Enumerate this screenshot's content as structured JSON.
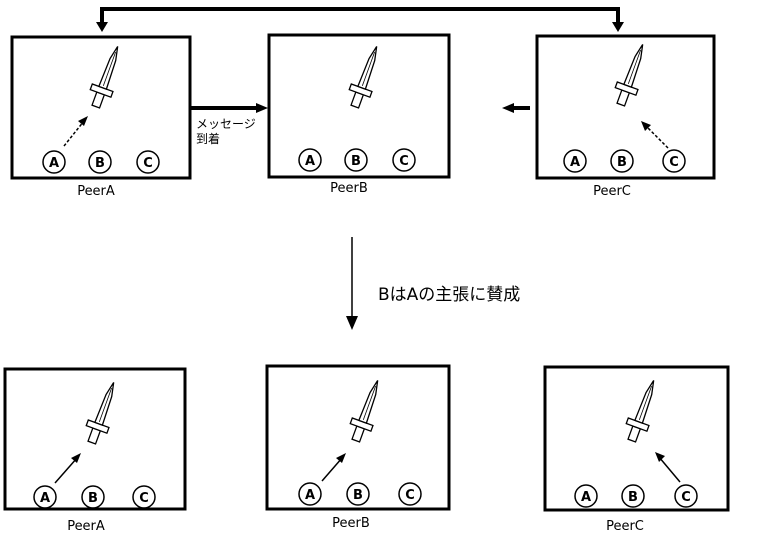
{
  "top_row": {
    "peers": [
      {
        "label": "PeerA",
        "circles": [
          "A",
          "B",
          "C"
        ],
        "arrow_from": "A"
      },
      {
        "label": "PeerB",
        "circles": [
          "A",
          "B",
          "C"
        ],
        "arrow_from": null
      },
      {
        "label": "PeerC",
        "circles": [
          "A",
          "B",
          "C"
        ],
        "arrow_from": "C"
      }
    ],
    "message_label_line1": "メッセージ",
    "message_label_line2": "到着"
  },
  "transition_caption": "BはAの主張に賛成",
  "bottom_row": {
    "peers": [
      {
        "label": "PeerA",
        "circles": [
          "A",
          "B",
          "C"
        ],
        "arrow_from": "A"
      },
      {
        "label": "PeerB",
        "circles": [
          "A",
          "B",
          "C"
        ],
        "arrow_from": "A"
      },
      {
        "label": "PeerC",
        "circles": [
          "A",
          "B",
          "C"
        ],
        "arrow_from": "C"
      }
    ]
  }
}
